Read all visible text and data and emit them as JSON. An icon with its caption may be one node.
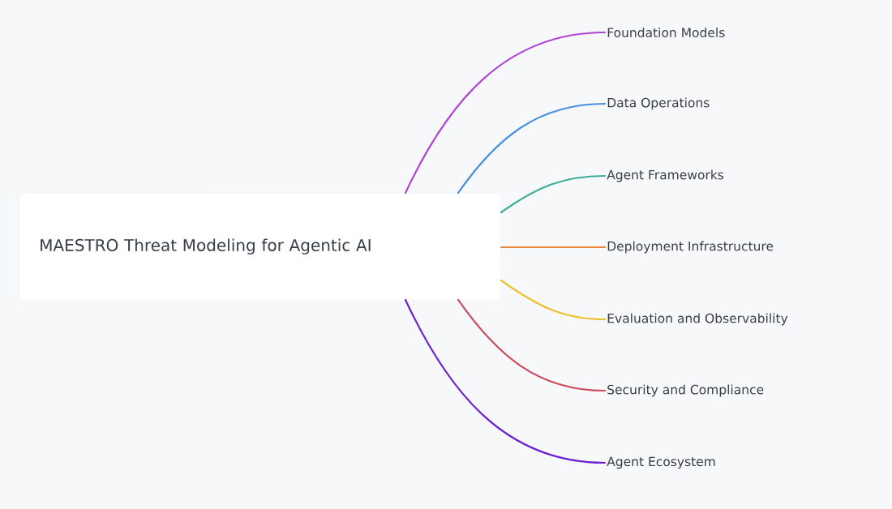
{
  "diagram": {
    "nodes": [
      {
        "text": [
          "MAESTRO Threat Modeling for Agentic AI"
        ]
      },
      {
        "text": [
          "Foundation Models"
        ]
      },
      {
        "text": [
          "Data Operations"
        ]
      },
      {
        "text": [
          "Agent Frameworks"
        ]
      },
      {
        "text": [
          "Deployment Infrastructure"
        ]
      },
      {
        "text": [
          "Evaluation and Observability"
        ]
      },
      {
        "text": [
          "Security and Compliance"
        ]
      },
      {
        "text": [
          "Agent Ecosystem"
        ]
      }
    ],
    "edges": [
      {
        "from": 0,
        "to": 1,
        "arrow": "none",
        "color": "#b144d6"
      },
      {
        "from": 0,
        "to": 2,
        "arrow": "none",
        "color": "#4a8fe0"
      },
      {
        "from": 0,
        "to": 3,
        "arrow": "none",
        "color": "#3aae9a"
      },
      {
        "from": 0,
        "to": 4,
        "arrow": "none",
        "color": "#e8883a"
      },
      {
        "from": 0,
        "to": 5,
        "arrow": "none",
        "color": "#f0c030"
      },
      {
        "from": 0,
        "to": 6,
        "arrow": "none",
        "color": "#cc4d5e"
      },
      {
        "from": 0,
        "to": 7,
        "arrow": "none",
        "color": "#6a1fd0"
      }
    ]
  }
}
